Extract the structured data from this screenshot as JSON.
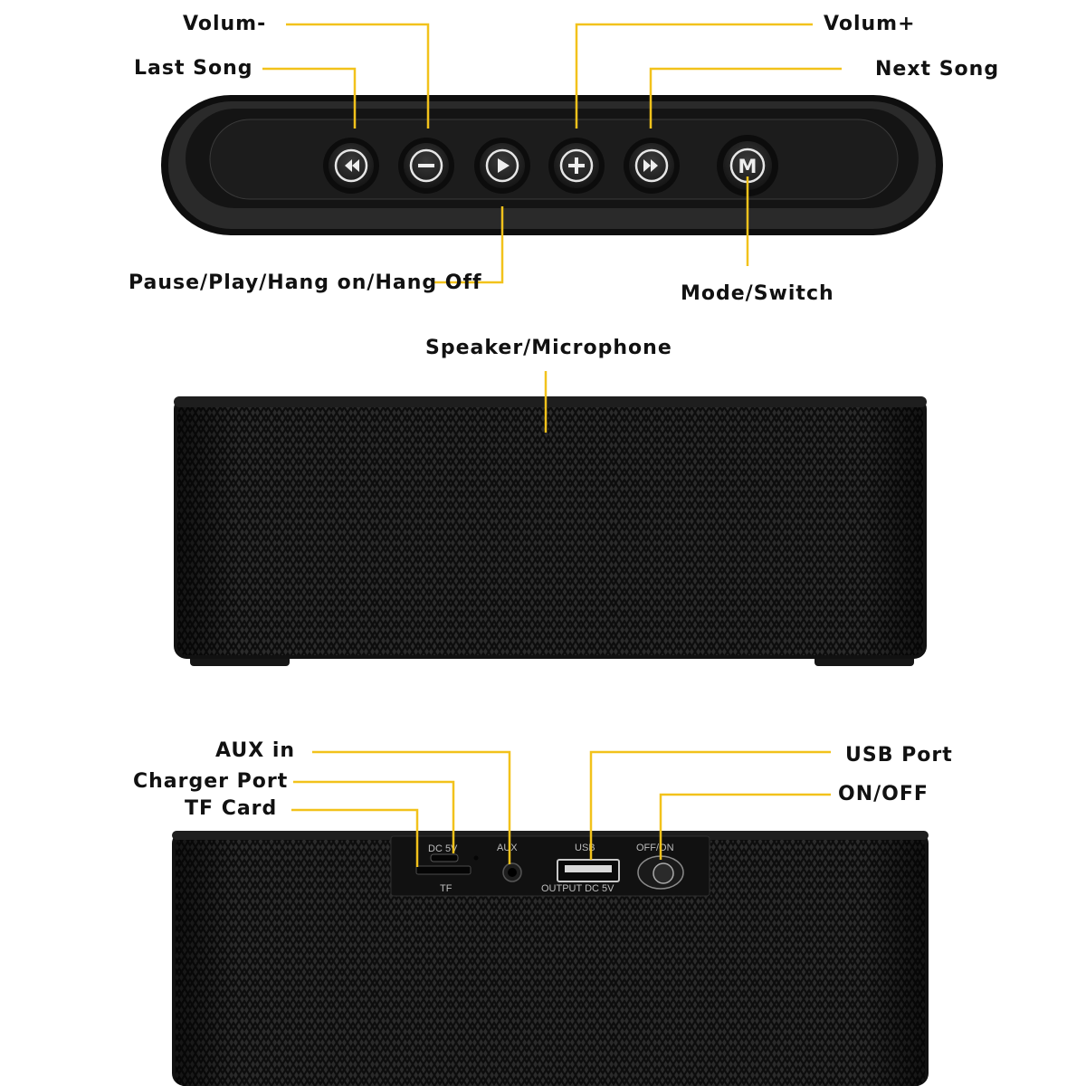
{
  "colors": {
    "leader": "#f2c21b",
    "body": "#1b1b1b",
    "grille": "#2a2a2a",
    "button_ring": "#d9d9d9"
  },
  "top_labels": {
    "volume_down": "Volum-",
    "volume_up": "Volum+",
    "last_song": "Last Song",
    "next_song": "Next Song",
    "pause_play": "Pause/Play/Hang on/Hang Off",
    "mode_switch": "Mode/Switch"
  },
  "buttons": [
    {
      "icon": "rewind-icon"
    },
    {
      "icon": "minus-icon"
    },
    {
      "icon": "play-icon"
    },
    {
      "icon": "plus-icon"
    },
    {
      "icon": "fast-forward-icon"
    },
    {
      "icon": "mode-icon",
      "glyph": "M"
    }
  ],
  "front_label": "Speaker/Microphone",
  "back_labels": {
    "aux_in": "AUX in",
    "charger_port": "Charger Port",
    "tf_card": "TF Card",
    "usb_port": "USB Port",
    "on_off": "ON/OFF"
  },
  "panel_text": {
    "dc": "DC 5V",
    "aux": "AUX",
    "usb": "USB",
    "off_on": "OFF/ON",
    "tf": "TF",
    "output": "OUTPUT DC 5V"
  }
}
